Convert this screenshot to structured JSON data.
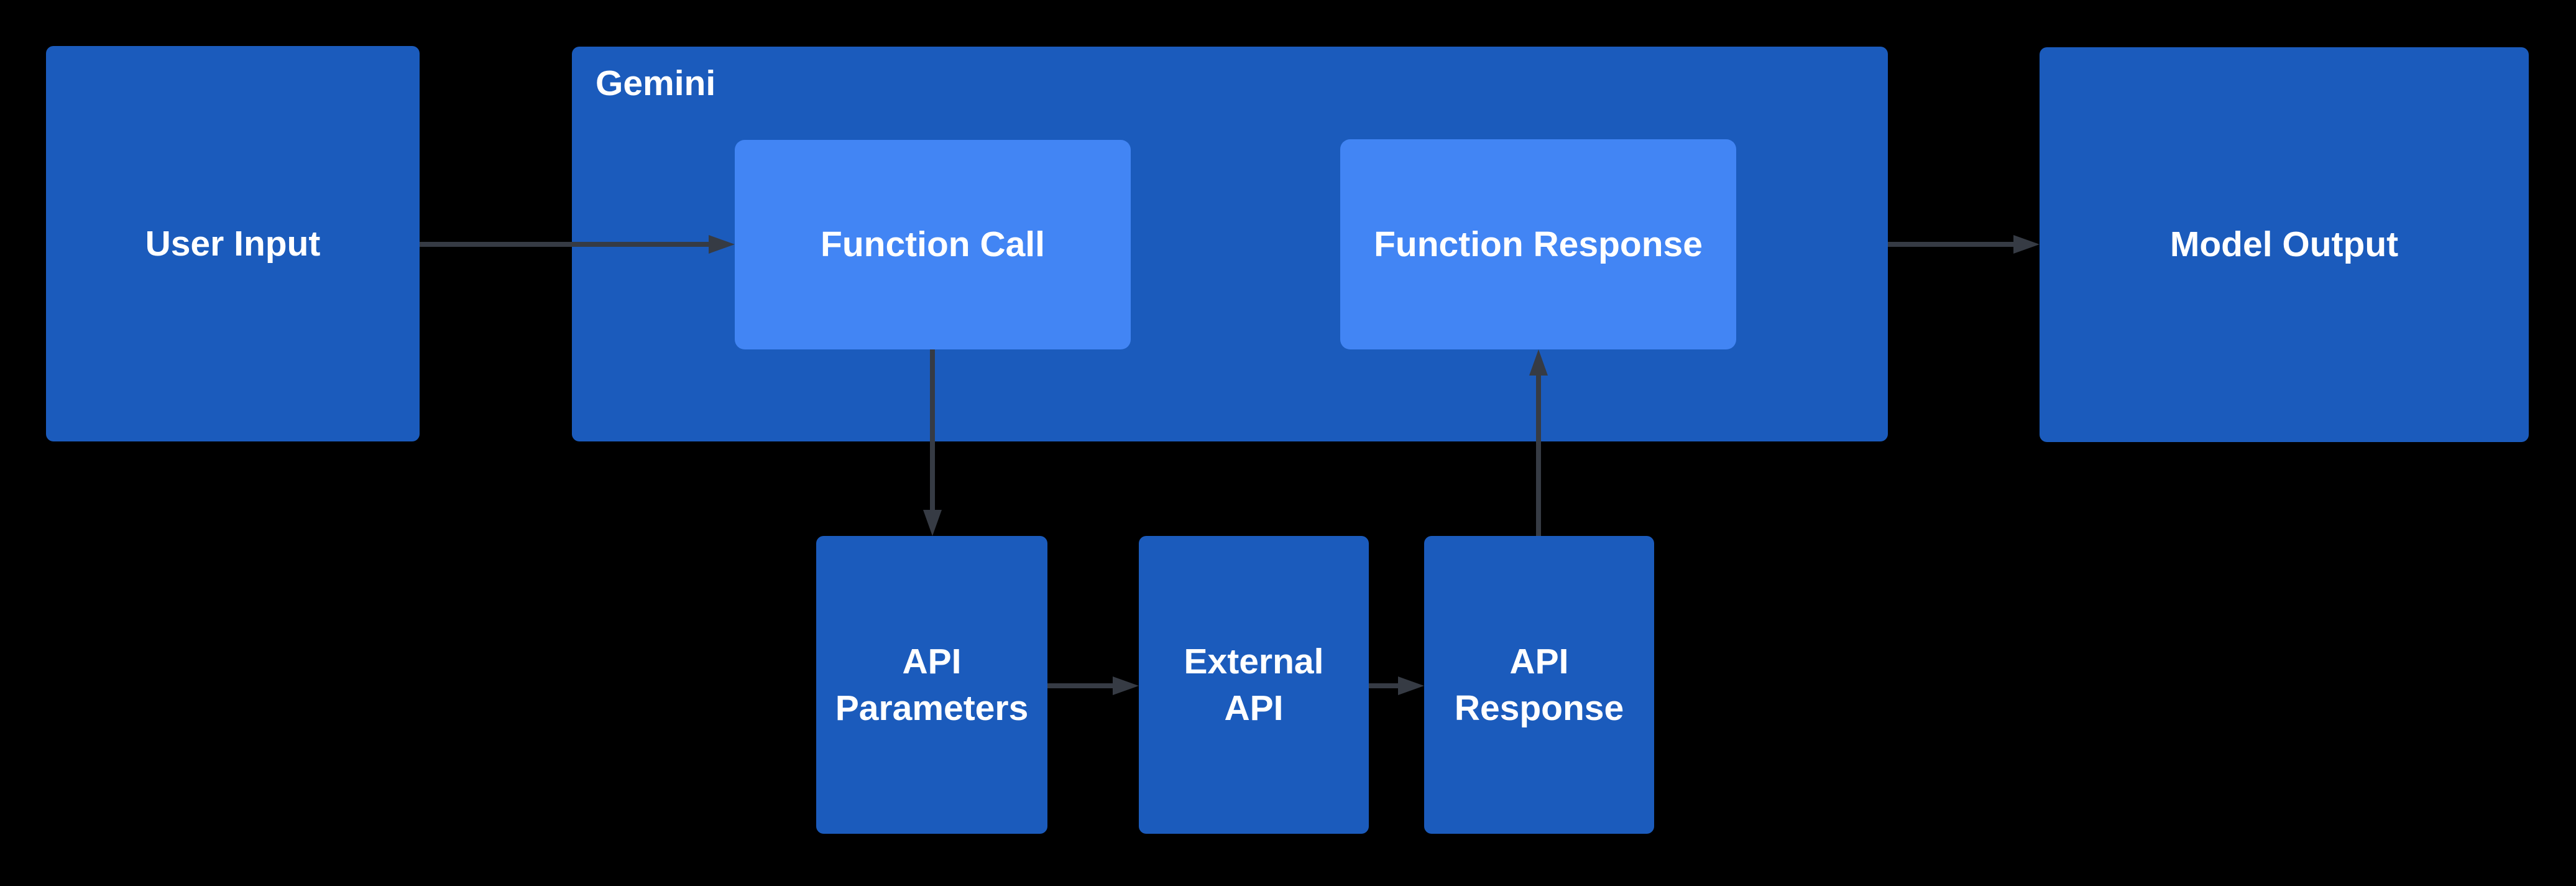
{
  "colors": {
    "background": "#000000",
    "node_fill": "#1B5BBC",
    "highlight_fill": "#4285F4",
    "arrow": "#363B44",
    "text": "#FFFFFF"
  },
  "nodes": {
    "user_input": {
      "label": "User Input"
    },
    "gemini": {
      "label": "Gemini"
    },
    "function_call": {
      "label": "Function Call"
    },
    "function_response": {
      "label": "Function Response"
    },
    "model_output": {
      "label": "Model Output"
    },
    "api_parameters": {
      "label": "API Parameters"
    },
    "external_api": {
      "label": "External API"
    },
    "api_response": {
      "label": "API Response"
    }
  },
  "edges": [
    {
      "from": "user_input",
      "to": "function_call"
    },
    {
      "from": "function_call",
      "to": "api_parameters"
    },
    {
      "from": "api_parameters",
      "to": "external_api"
    },
    {
      "from": "external_api",
      "to": "api_response"
    },
    {
      "from": "api_response",
      "to": "function_response"
    },
    {
      "from": "gemini",
      "to": "model_output"
    }
  ]
}
